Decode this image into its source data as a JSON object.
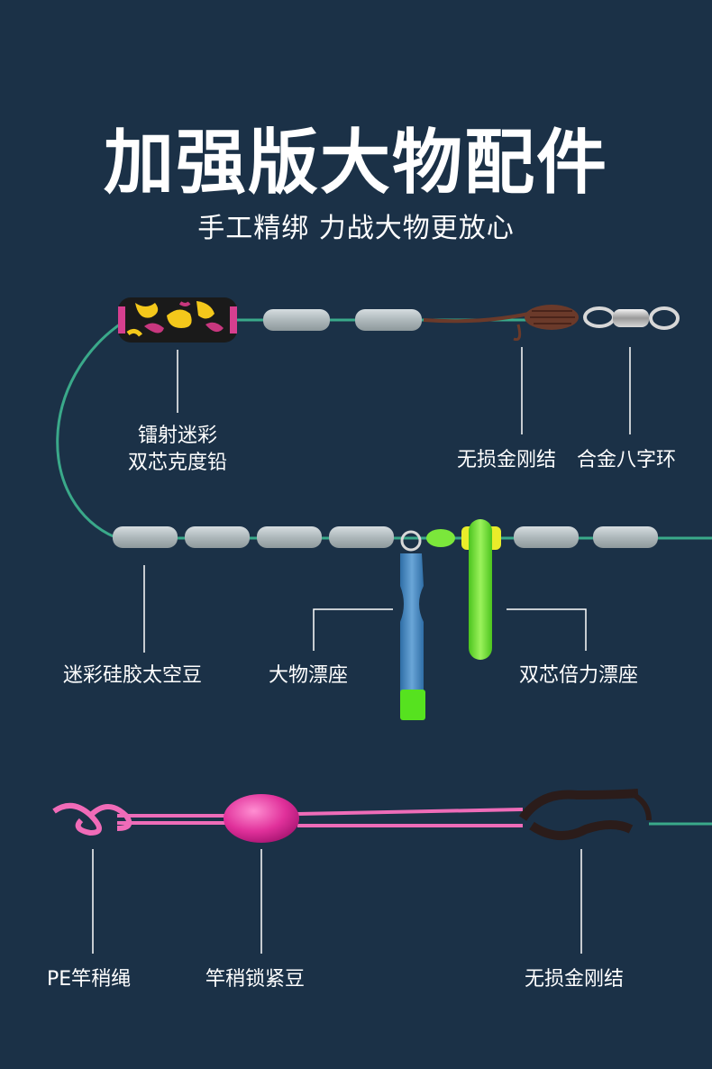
{
  "header": {
    "title": "加强版大物配件",
    "subtitle": "手工精绑  力战大物更放心"
  },
  "labels": {
    "lead_line1": "镭射迷彩",
    "lead_line2": "双芯克度铅",
    "knot_top": "无损金刚结",
    "swivel": "合金八字环",
    "space_bean": "迷彩硅胶太空豆",
    "float_seat_big": "大物漂座",
    "float_seat_double": "双芯倍力漂座",
    "pe_rope": "PE竿稍绳",
    "lock_bean": "竿稍锁紧豆",
    "knot_bottom": "无损金刚结"
  },
  "colors": {
    "background": "#1b3147",
    "line": "#3aa98a",
    "bean": "#b9c3c6",
    "pink": "#e0449f",
    "green": "#78e33a",
    "blue_seat": "#3f7fb8",
    "knot_brown": "#6b3a2a"
  }
}
